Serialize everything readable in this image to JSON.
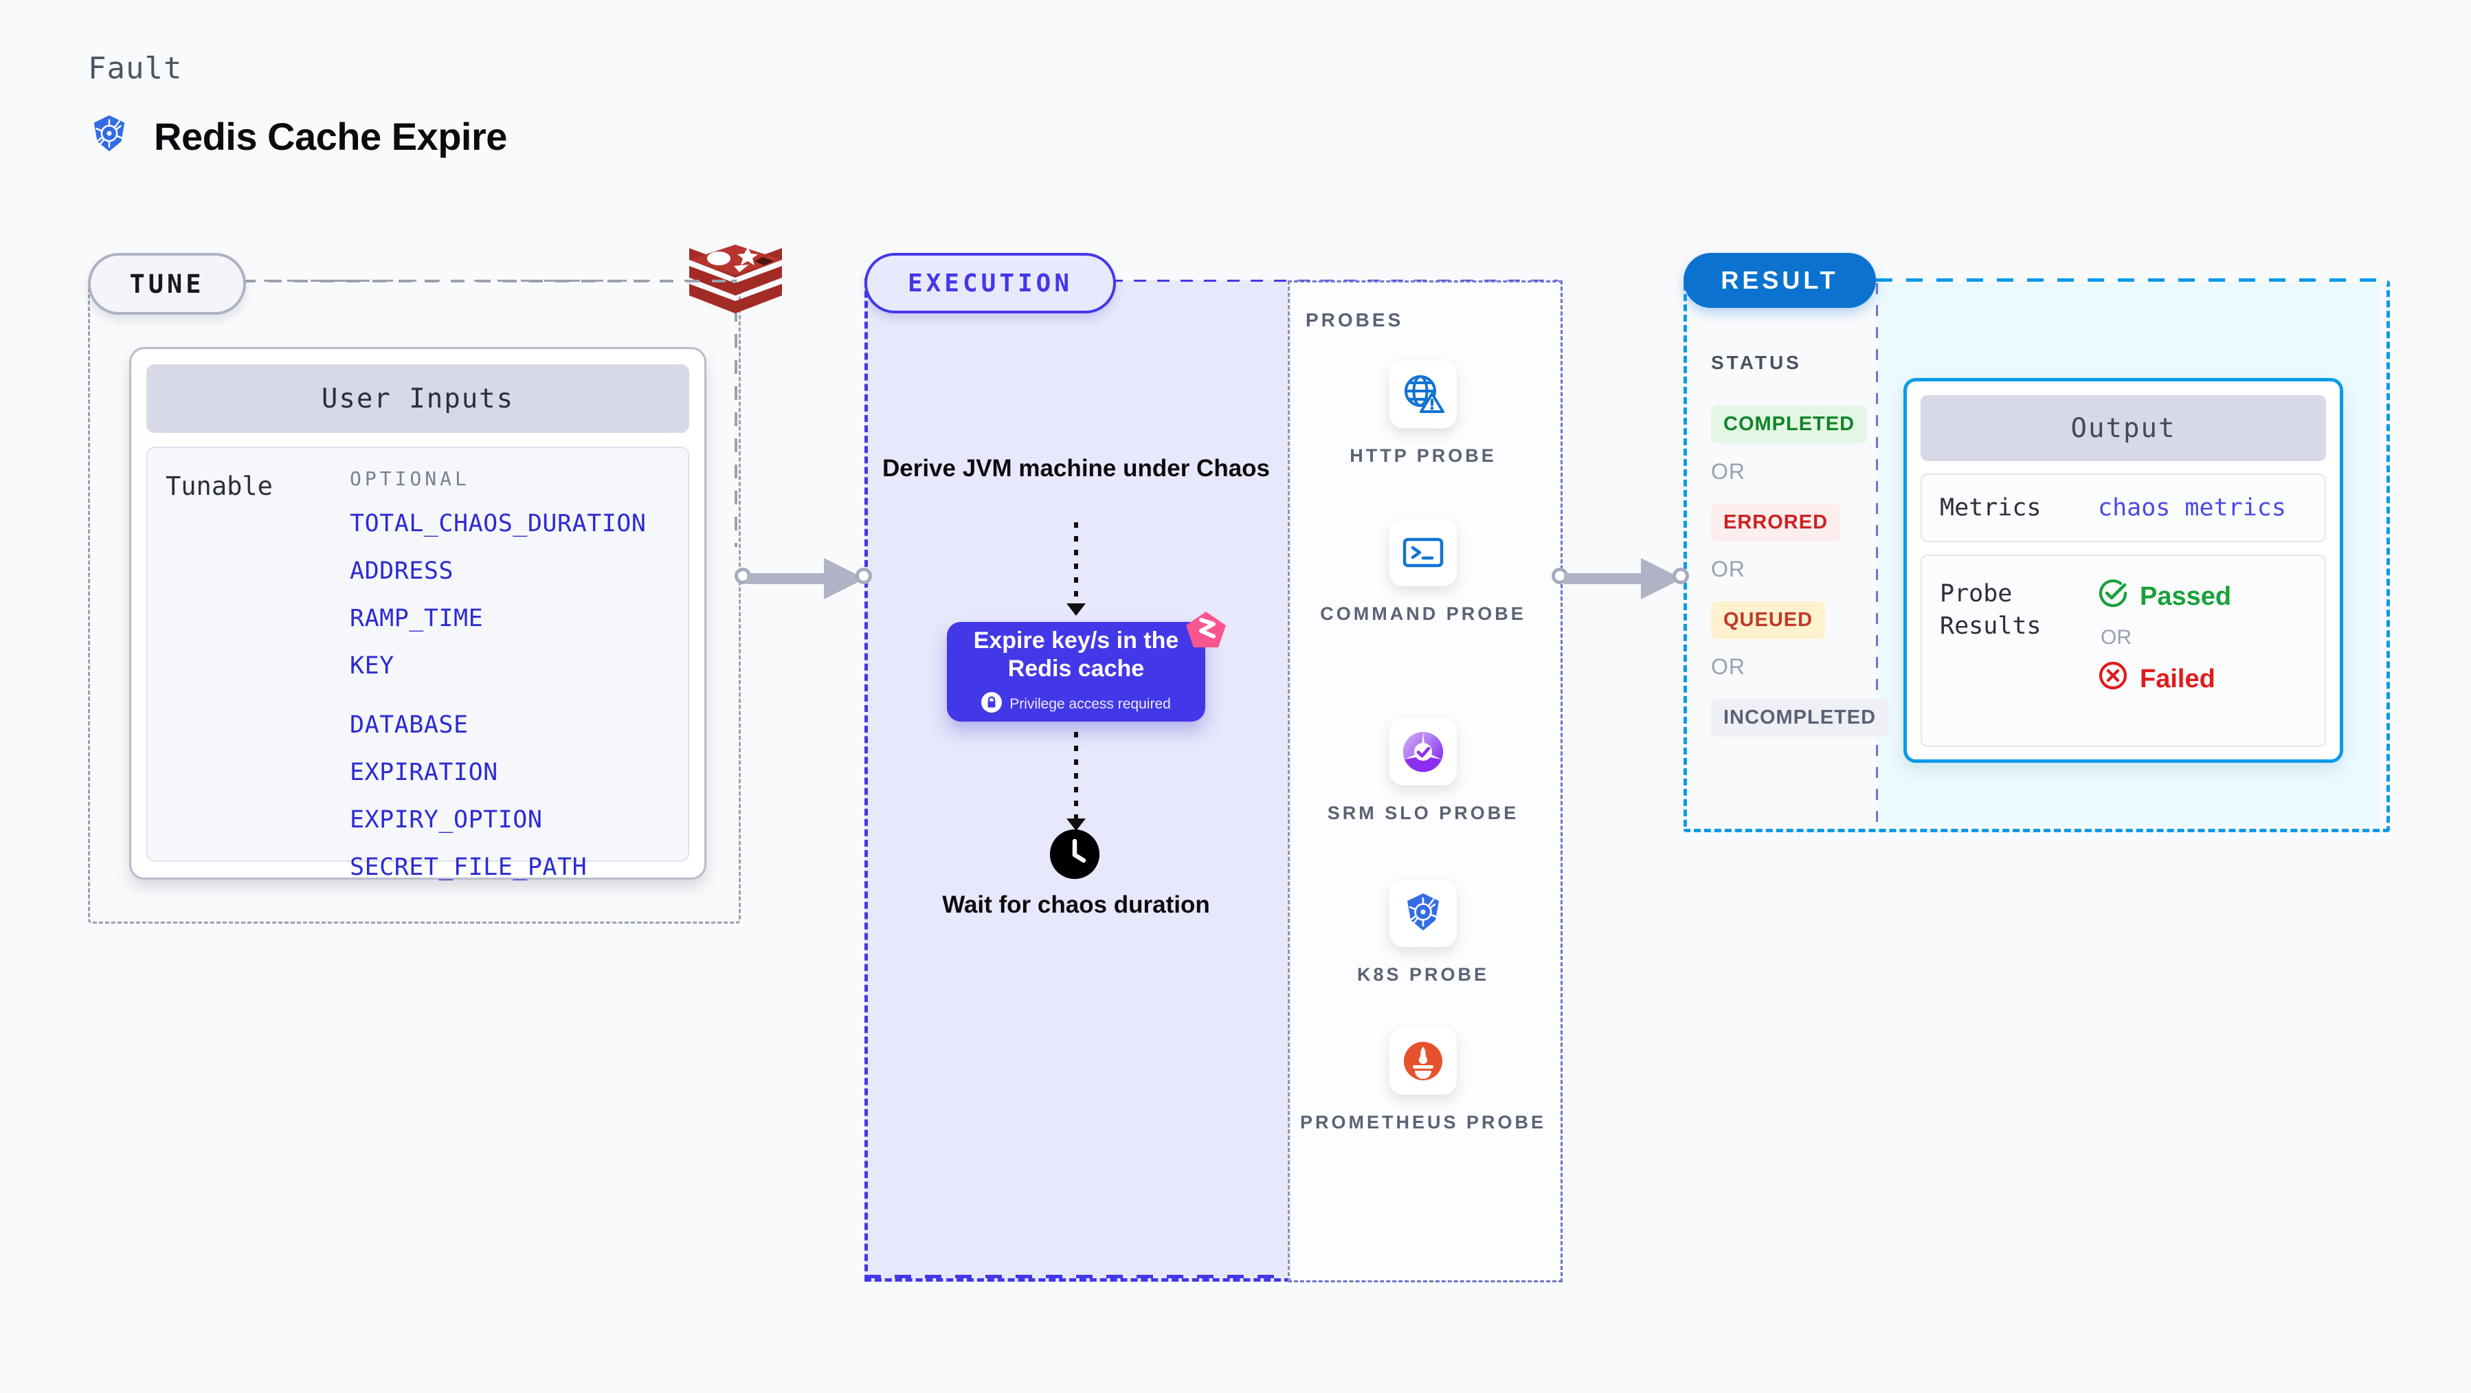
{
  "header": {
    "eyebrow": "Fault",
    "title": "Redis Cache Expire",
    "icon": "kubernetes-icon"
  },
  "tune": {
    "pill_label": "TUNE",
    "source_icon": "redis-logo",
    "card": {
      "header": "User Inputs",
      "row_label": "Tunable",
      "group_label": "OPTIONAL",
      "variables": [
        "TOTAL_CHAOS_DURATION",
        "ADDRESS",
        "RAMP_TIME",
        "KEY",
        "DATABASE",
        "EXPIRATION",
        "EXPIRY_OPTION",
        "SECRET_FILE_PATH"
      ]
    }
  },
  "execution": {
    "pill_label": "EXECUTION",
    "step_one": "Derive JVM machine under Chaos",
    "card": {
      "title": "Expire key/s in the Redis cache",
      "note": "Privilege access required",
      "note_icon": "lock-icon",
      "badge_icon": "litmus-icon"
    },
    "step_two": "Wait for chaos duration",
    "step_two_icon": "clock-icon"
  },
  "probes": {
    "title": "PROBES",
    "items": [
      {
        "label": "HTTP PROBE",
        "icon": "globe-warning-icon"
      },
      {
        "label": "COMMAND PROBE",
        "icon": "terminal-icon"
      },
      {
        "label": "SRM SLO PROBE",
        "icon": "slo-donut-check-icon"
      },
      {
        "label": "K8S PROBE",
        "icon": "kubernetes-icon"
      },
      {
        "label": "PROMETHEUS PROBE",
        "icon": "prometheus-icon"
      }
    ]
  },
  "result": {
    "pill_label": "RESULT",
    "status_title": "STATUS",
    "or_label": "OR",
    "statuses": [
      {
        "label": "COMPLETED",
        "text_color": "#11842b",
        "bg_color": "#e3f7e4"
      },
      {
        "label": "ERRORED",
        "text_color": "#cf2020",
        "bg_color": "#fdeeee"
      },
      {
        "label": "QUEUED",
        "text_color": "#c0392b",
        "bg_color": "#fdf2cd"
      },
      {
        "label": "INCOMPLETED",
        "text_color": "#5c6275",
        "bg_color": "#eef0f5"
      }
    ],
    "output": {
      "header": "Output",
      "metrics_label": "Metrics",
      "metrics_value": "chaos metrics",
      "probe_results_label": "Probe Results",
      "passed_label": "Passed",
      "passed_icon": "check-circle-icon",
      "passed_color": "#18a03a",
      "or_label": "OR",
      "failed_label": "Failed",
      "failed_icon": "x-circle-icon",
      "failed_color": "#e01b1b"
    }
  },
  "colors": {
    "page_bg": "#f8fafc",
    "execution_accent": "#4338e8",
    "result_accent": "#0b72d0",
    "output_accent": "#0b9ae8",
    "tunable_var": "#2b2bd4",
    "redis_red": "#a32b26",
    "litmus_pink": "#f9568f"
  }
}
